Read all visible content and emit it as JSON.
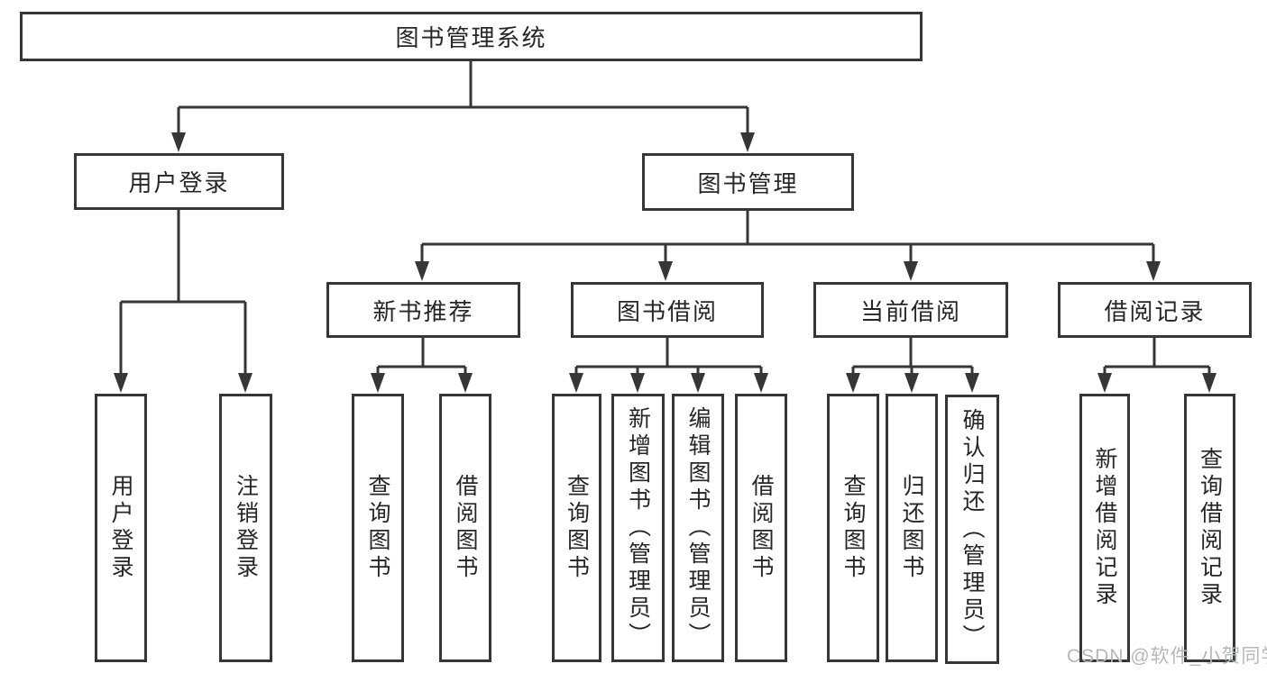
{
  "colors": {
    "line": "#363636",
    "box_border": "#363636",
    "box_background": "#ffffff",
    "text": "#262626",
    "watermark": "#b4b8be"
  },
  "watermark": {
    "text": "CSDN @软件_小贺同学"
  },
  "tree": {
    "root": {
      "label": "图书管理系统"
    },
    "branches": [
      {
        "label": "用户登录",
        "children": [
          {
            "label": "用户登录"
          },
          {
            "label": "注销登录"
          }
        ]
      },
      {
        "label": "图书管理",
        "groups": [
          {
            "label": "新书推荐",
            "children": [
              {
                "label": "查询图书"
              },
              {
                "label": "借阅图书"
              }
            ]
          },
          {
            "label": "图书借阅",
            "children": [
              {
                "label": "查询图书"
              },
              {
                "label": "新增图书（管理员）"
              },
              {
                "label": "编辑图书（管理员）"
              },
              {
                "label": "借阅图书"
              }
            ]
          },
          {
            "label": "当前借阅",
            "children": [
              {
                "label": "查询图书"
              },
              {
                "label": "归还图书"
              },
              {
                "label": "确认归还（管理员）"
              }
            ]
          },
          {
            "label": "借阅记录",
            "children": [
              {
                "label": "新增借阅记录"
              },
              {
                "label": "查询借阅记录"
              }
            ]
          }
        ]
      }
    ]
  }
}
